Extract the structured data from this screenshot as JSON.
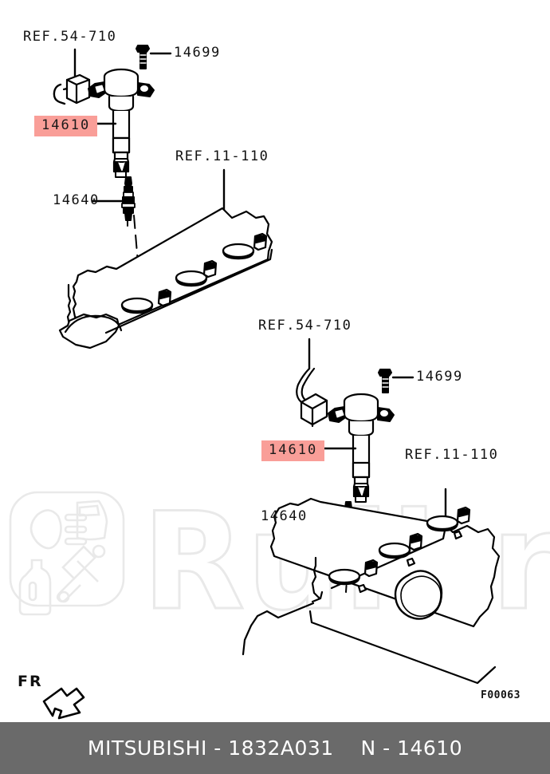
{
  "document": {
    "drawing_code": "F00063",
    "orientation_marker": "FR"
  },
  "footer": {
    "manufacturer": "MITSUBISHI",
    "separator": " - ",
    "drawing_number": "1832A031",
    "group_prefix": "N - ",
    "group_number": "14610",
    "full_text": "MITSUBISHI - 1832A031    N - 14610",
    "background_color": "#6a6a6a",
    "text_color": "#ffffff"
  },
  "watermark": {
    "text": "Ruli.ru",
    "color": "#e9e9e9"
  },
  "highlight": {
    "color": "#f99e98",
    "part_number": "14610"
  },
  "assemblies": [
    {
      "name": "upper-assembly",
      "callouts": [
        {
          "id": "ref-54-710-upper",
          "text": "REF.54-710",
          "type": "reference",
          "highlighted": false
        },
        {
          "id": "bolt-14699-upper",
          "text": "14699",
          "type": "part",
          "highlighted": false
        },
        {
          "id": "coil-14610-upper",
          "text": "14610",
          "type": "part",
          "highlighted": true
        },
        {
          "id": "plug-14640-upper",
          "text": "14640",
          "type": "part",
          "highlighted": false
        },
        {
          "id": "ref-11-110-upper",
          "text": "REF.11-110",
          "type": "reference",
          "highlighted": false
        }
      ]
    },
    {
      "name": "lower-assembly",
      "callouts": [
        {
          "id": "ref-54-710-lower",
          "text": "REF.54-710",
          "type": "reference",
          "highlighted": false
        },
        {
          "id": "bolt-14699-lower",
          "text": "14699",
          "type": "part",
          "highlighted": false
        },
        {
          "id": "coil-14610-lower",
          "text": "14610",
          "type": "part",
          "highlighted": true
        },
        {
          "id": "plug-14640-lower",
          "text": "14640",
          "type": "part",
          "highlighted": false
        },
        {
          "id": "ref-11-110-lower",
          "text": "REF.11-110",
          "type": "reference",
          "highlighted": false
        }
      ]
    }
  ]
}
